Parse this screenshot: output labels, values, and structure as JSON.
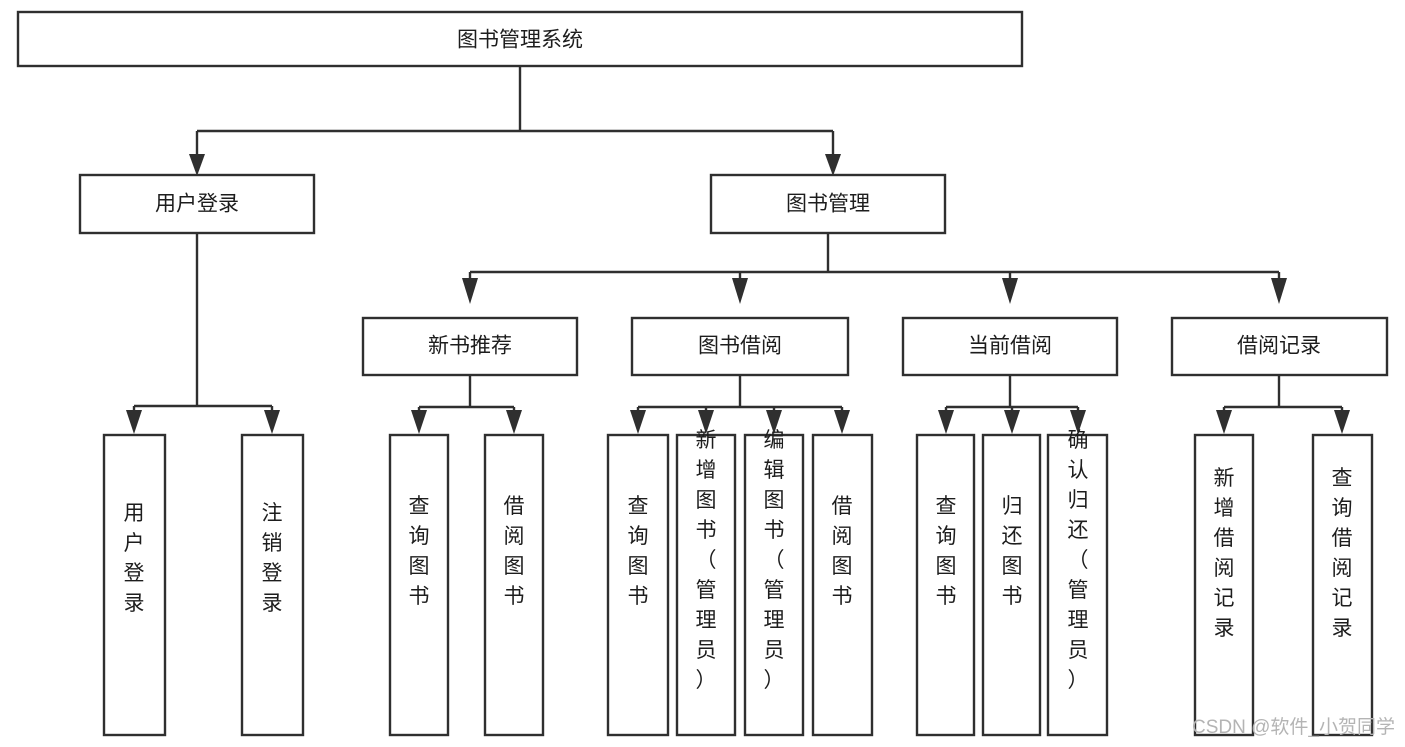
{
  "diagram": {
    "type": "tree-hierarchy",
    "title": "图书管理系统",
    "orientation": "top-down",
    "colors": {
      "stroke": "#2f2f2f",
      "fill": "#ffffff",
      "text": "#1d1d1d",
      "watermark": "#b4b4b4",
      "background": "#ffffff"
    },
    "root": {
      "label": "图书管理系统"
    },
    "level2": [
      {
        "label": "用户登录"
      },
      {
        "label": "图书管理"
      }
    ],
    "level3": [
      {
        "label": "新书推荐"
      },
      {
        "label": "图书借阅"
      },
      {
        "label": "当前借阅"
      },
      {
        "label": "借阅记录"
      }
    ],
    "leaves_user_login": [
      {
        "label": "用户登录"
      },
      {
        "label": "注销登录"
      }
    ],
    "leaves_new_book": [
      {
        "label": "查询图书"
      },
      {
        "label": "借阅图书"
      }
    ],
    "leaves_borrow": [
      {
        "label": "查询图书"
      },
      {
        "label": "新增图书（管理员）"
      },
      {
        "label": "编辑图书（管理员）"
      },
      {
        "label": "借阅图书"
      }
    ],
    "leaves_current": [
      {
        "label": "查询图书"
      },
      {
        "label": "归还图书"
      },
      {
        "label": "确认归还（管理员）"
      }
    ],
    "leaves_records": [
      {
        "label": "新增借阅记录"
      },
      {
        "label": "查询借阅记录"
      }
    ]
  },
  "watermark": {
    "text": "CSDN @软件_小贺同学"
  }
}
